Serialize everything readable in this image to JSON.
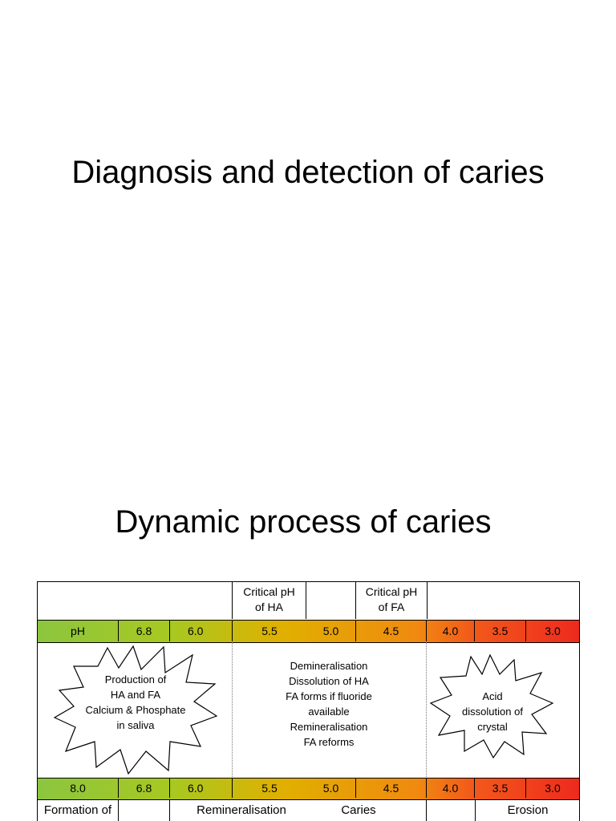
{
  "slide1": {
    "title": "Diagnosis and detection of caries"
  },
  "slide2": {
    "title": "Dynamic process of caries"
  },
  "diagram": {
    "critical_ha": [
      "Critical pH",
      "of HA"
    ],
    "critical_fa": [
      "Critical pH",
      "of FA"
    ],
    "ph_row_top": [
      "pH",
      "6.8",
      "6.0",
      "5.5",
      "5.0",
      "4.5",
      "4.0",
      "3.5",
      "3.0"
    ],
    "ph_row_bottom": [
      "8.0",
      "6.8",
      "6.0",
      "5.5",
      "5.0",
      "4.5",
      "4.0",
      "3.5",
      "3.0"
    ],
    "left_star": [
      "Production of",
      "HA and FA",
      "Calcium & Phosphate",
      "in saliva"
    ],
    "middle": [
      "Demineralisation",
      "Dissolution of HA",
      "FA forms if fluoride",
      "available",
      "Remineralisation",
      "FA reforms"
    ],
    "right_star": [
      "Acid",
      "dissolution of",
      "crystal"
    ],
    "bottom_labels": {
      "formation": "Formation of",
      "remineralisation": "Remineralisation",
      "caries": "Caries",
      "erosion": "Erosion"
    },
    "colors": {
      "green": "#8cc63f",
      "lime": "#b5c818",
      "yellow_gold": "#e0b000",
      "orange": "#f08a10",
      "red_orange": "#f25a1a",
      "red": "#ee2a1e"
    }
  }
}
